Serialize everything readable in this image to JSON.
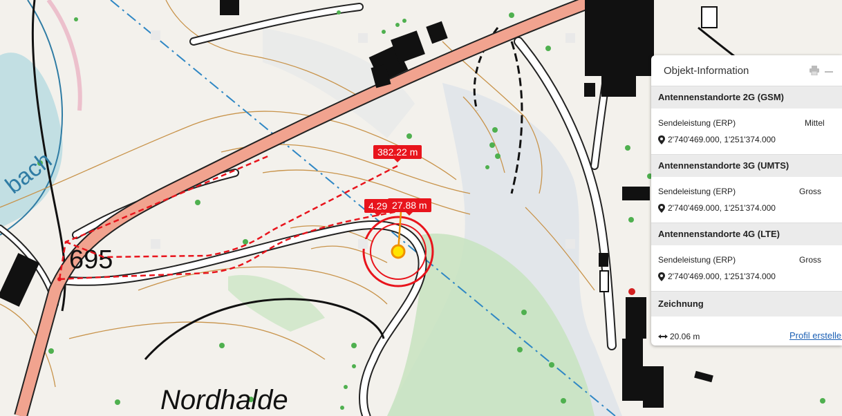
{
  "map": {
    "labels": {
      "elevation": "695",
      "place": "Nordhalde",
      "stream": "bach"
    },
    "measurements": {
      "distance_main": "382.22 m",
      "distance_partial": "4.29",
      "radius": "27.88 m"
    },
    "colors": {
      "road_main": "#f1a38f",
      "road_outline": "#d46f5c",
      "contour": "#c8934a",
      "measure_red": "#e8141c",
      "forest": "#c7e3bf",
      "water": "#b7dbe8",
      "border": "#2f87c4",
      "marker_fill": "#ffe400",
      "marker_stroke": "#f09000"
    }
  },
  "panel": {
    "title": "Objekt-Information",
    "tools": {
      "print_icon": "print-icon",
      "minimize_icon": "minimize-icon"
    },
    "sections": [
      {
        "title": "Antennenstandorte 2G (GSM)",
        "label": "Sendeleistung (ERP)",
        "value": "Mittel",
        "coords": "2'740'469.000, 1'251'374.000"
      },
      {
        "title": "Antennenstandorte 3G (UMTS)",
        "label": "Sendeleistung (ERP)",
        "value": "Gross",
        "coords": "2'740'469.000, 1'251'374.000"
      },
      {
        "title": "Antennenstandorte 4G (LTE)",
        "label": "Sendeleistung (ERP)",
        "value": "Gross",
        "coords": "2'740'469.000, 1'251'374.000"
      }
    ],
    "drawing": {
      "title": "Zeichnung",
      "distance": "20.06 m",
      "profile_link": "Profil erstellen"
    }
  }
}
